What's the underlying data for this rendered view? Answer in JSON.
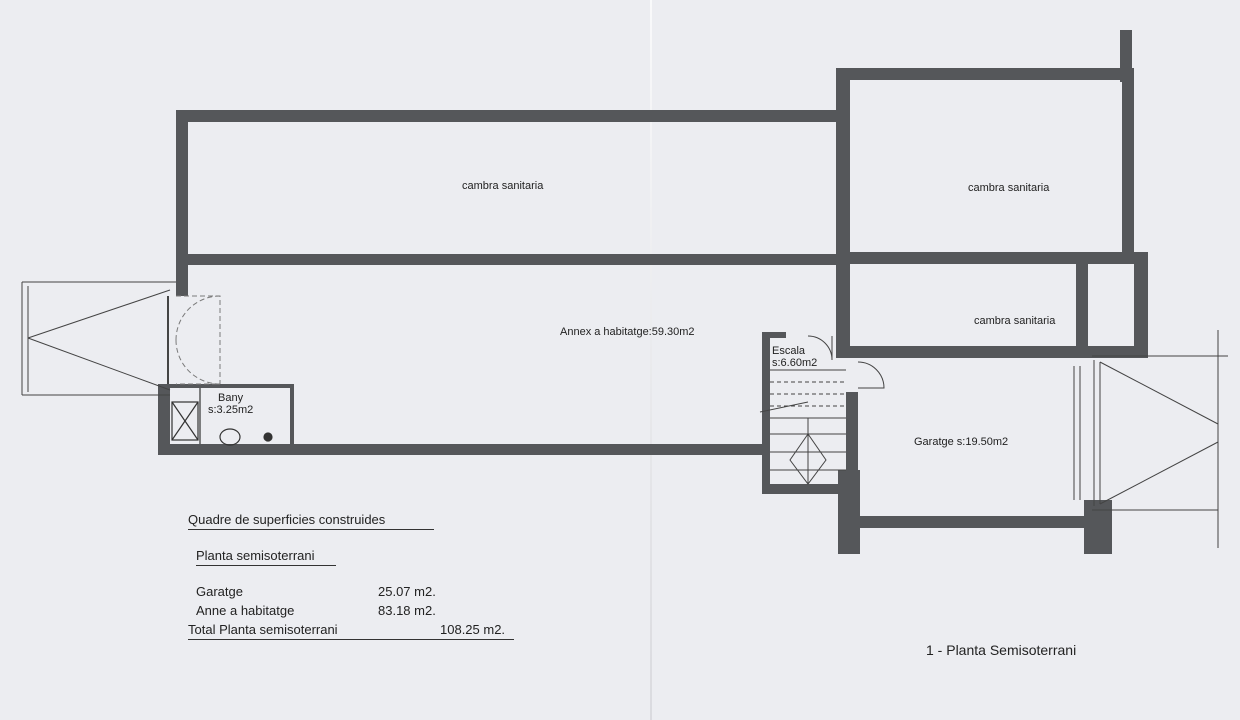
{
  "rooms": {
    "cambra_left": "cambra sanitaria",
    "cambra_right_top": "cambra sanitaria",
    "cambra_right_mid": "cambra sanitaria",
    "annex": "Annex a habitatge:59.30m2",
    "escala_name": "Escala",
    "escala_area": "s:6.60m2",
    "bany_name": "Bany",
    "bany_area": "s:3.25m2",
    "garatge": "Garatge s:19.50m2"
  },
  "table": {
    "title": "Quadre de superficies construides",
    "subtitle": "Planta semisoterrani",
    "rows": [
      {
        "label": "Garatge",
        "value": "25.07 m2."
      },
      {
        "label": "Anne a habitatge",
        "value": "83.18 m2."
      }
    ],
    "total_label": "Total  Planta semisoterrani",
    "total_value": "108.25 m2."
  },
  "plan_title": "1 - Planta Semisoterrani",
  "colors": {
    "paper": "#ecedf1",
    "wall": "#55575a",
    "line": "#333333",
    "dashed": "#7a7a7a"
  }
}
